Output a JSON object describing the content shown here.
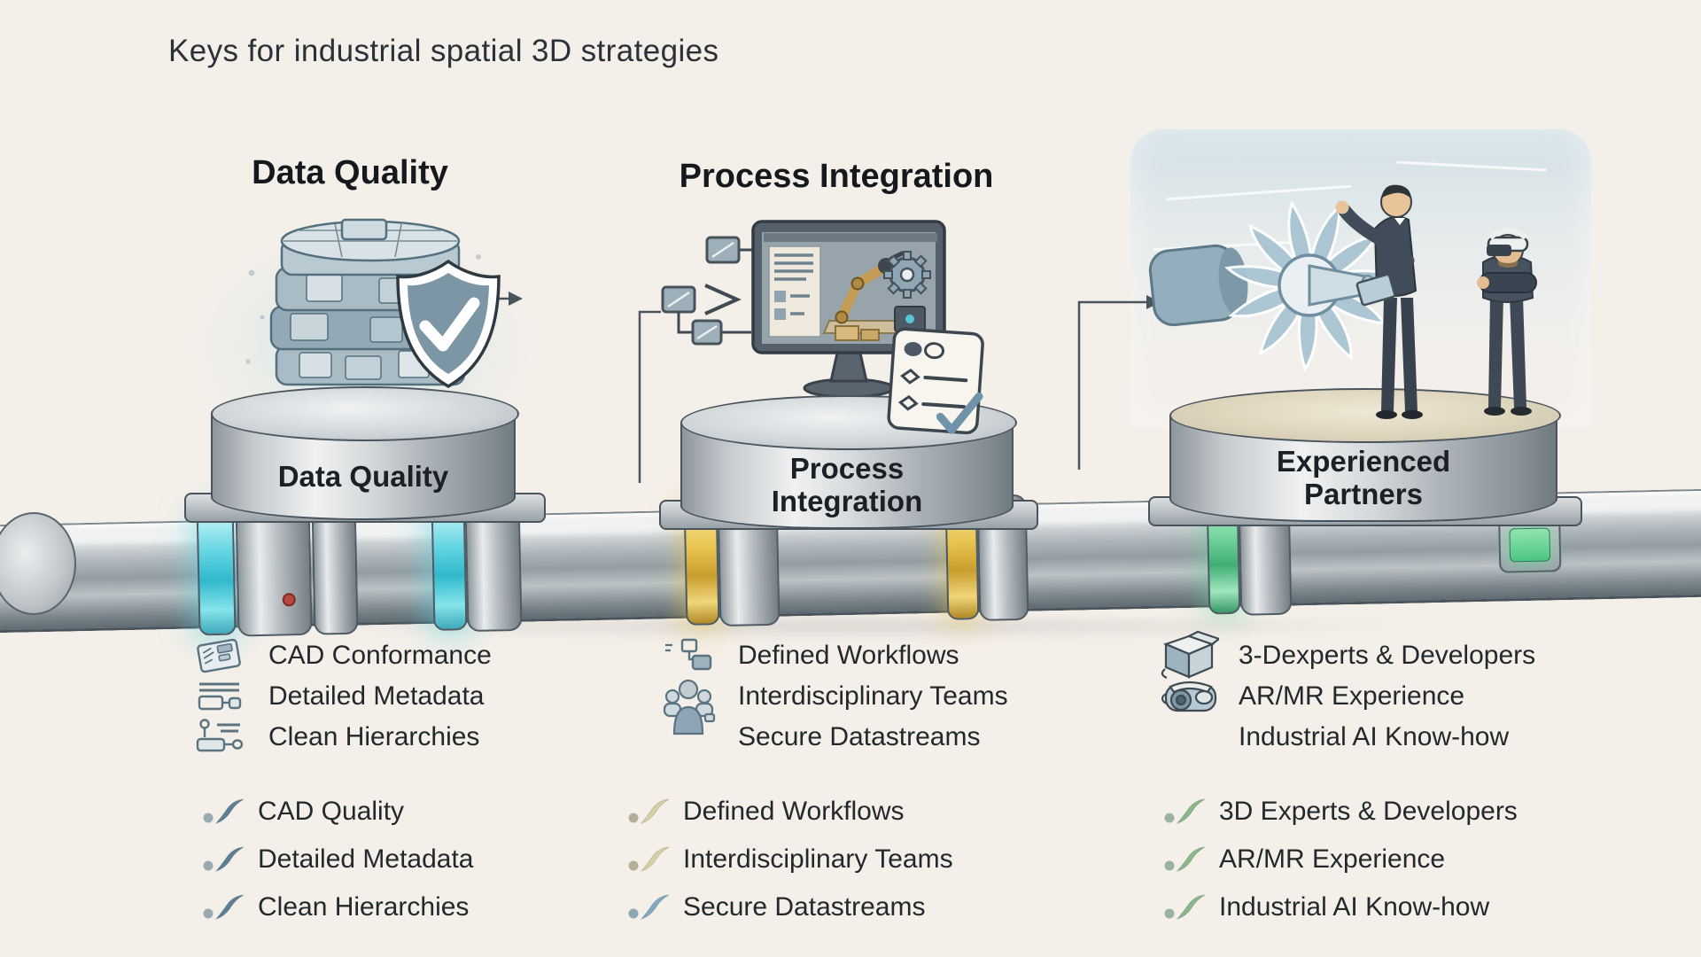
{
  "title": "Keys for industrial spatial 3D strategies",
  "pillars": [
    {
      "id": "data-quality",
      "heading": "Data Quality",
      "pedestal_label": "Data Quality",
      "features": [
        {
          "icon": "cad-card-icon",
          "label": "CAD Conformance"
        },
        {
          "icon": "metadata-icon",
          "label": "Detailed Metadata"
        },
        {
          "icon": "hierarchy-icon",
          "label": "Clean Hierarchies"
        }
      ],
      "checklist": [
        {
          "label": "CAD Quality",
          "check_color": "#5d7f96"
        },
        {
          "label": "Detailed Metadata",
          "check_color": "#5d7f96"
        },
        {
          "label": "Clean Hierarchies",
          "check_color": "#5d7f96"
        }
      ]
    },
    {
      "id": "process-integration",
      "heading": "Process Integration",
      "pedestal_label": "Process Integration",
      "features": [
        {
          "icon": "workflow-icon",
          "label": "Defined Workflows"
        },
        {
          "icon": "teams-icon",
          "label": "Interdisciplinary Teams"
        },
        {
          "icon": "none",
          "label": "Secure Datastreams"
        }
      ],
      "checklist": [
        {
          "label": "Defined Workflows",
          "check_color": "#d8d1a6"
        },
        {
          "label": "Interdisciplinary Teams",
          "check_color": "#d8d1a6"
        },
        {
          "label": "Secure Datastreams",
          "check_color": "#7fabc4"
        }
      ]
    },
    {
      "id": "experienced-partners",
      "heading": "",
      "pedestal_label": "Experienced Partners",
      "features": [
        {
          "icon": "cube-icon",
          "label": "3-Dexperts & Developers"
        },
        {
          "icon": "ar-headset-icon",
          "label": "AR/MR Experience"
        },
        {
          "icon": "none",
          "label": "Industrial AI Know-how"
        }
      ],
      "checklist": [
        {
          "label": "3D Experts & Developers",
          "check_color": "#8bb88b"
        },
        {
          "label": "AR/MR Experience",
          "check_color": "#8bb88b"
        },
        {
          "label": "Industrial AI Know-how",
          "check_color": "#8bb88b"
        }
      ]
    }
  ],
  "colors": {
    "background": "#f5efe9",
    "text": "#23282d",
    "pipe_glow_left": "#59d2e4",
    "pipe_glow_middle": "#e8c34f",
    "pipe_glow_right": "#6fd39a",
    "shield_fill": "#7d96a5",
    "metal_dark": "#4a545d"
  }
}
